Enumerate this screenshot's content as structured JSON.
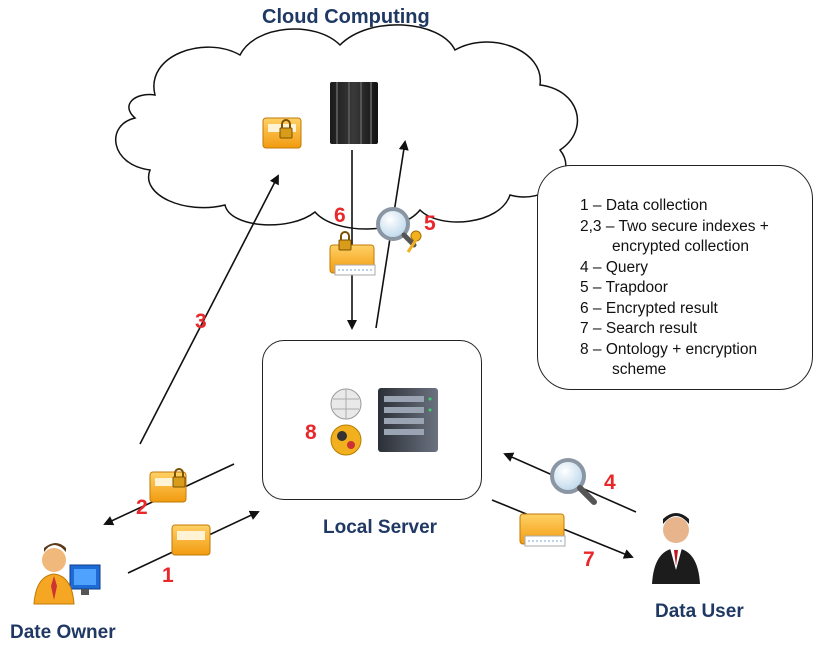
{
  "labels": {
    "cloud": "Cloud Computing",
    "local_server": "Local Server",
    "data_owner": "Date Owner",
    "data_user": "Data User"
  },
  "steps": {
    "s1": "1",
    "s2": "2",
    "s3": "3",
    "s4": "4",
    "s5": "5",
    "s6": "6",
    "s7": "7",
    "s8": "8"
  },
  "legend": [
    {
      "line1": "1 – Data collection",
      "line2": ""
    },
    {
      "line1": "2,3 – Two secure indexes +",
      "line2": "encrypted collection"
    },
    {
      "line1": "4 – Query",
      "line2": ""
    },
    {
      "line1": "5 – Trapdoor",
      "line2": ""
    },
    {
      "line1": "6 – Encrypted result",
      "line2": ""
    },
    {
      "line1": "7 – Search result",
      "line2": ""
    },
    {
      "line1": "8 – Ontology + encryption",
      "line2": "scheme"
    }
  ],
  "colors": {
    "title": "#1f3864",
    "step_number": "#e8282b",
    "folder": "#f5a623",
    "stroke": "#222222"
  },
  "icons": [
    "server-rack-icon",
    "server-tower-icon",
    "locked-folder-icon",
    "folder-icon",
    "document-folder-icon",
    "magnifier-icon",
    "key-icon",
    "wikipedia-globe-icon",
    "ontology-icon",
    "user-computer-icon",
    "businessman-icon"
  ]
}
